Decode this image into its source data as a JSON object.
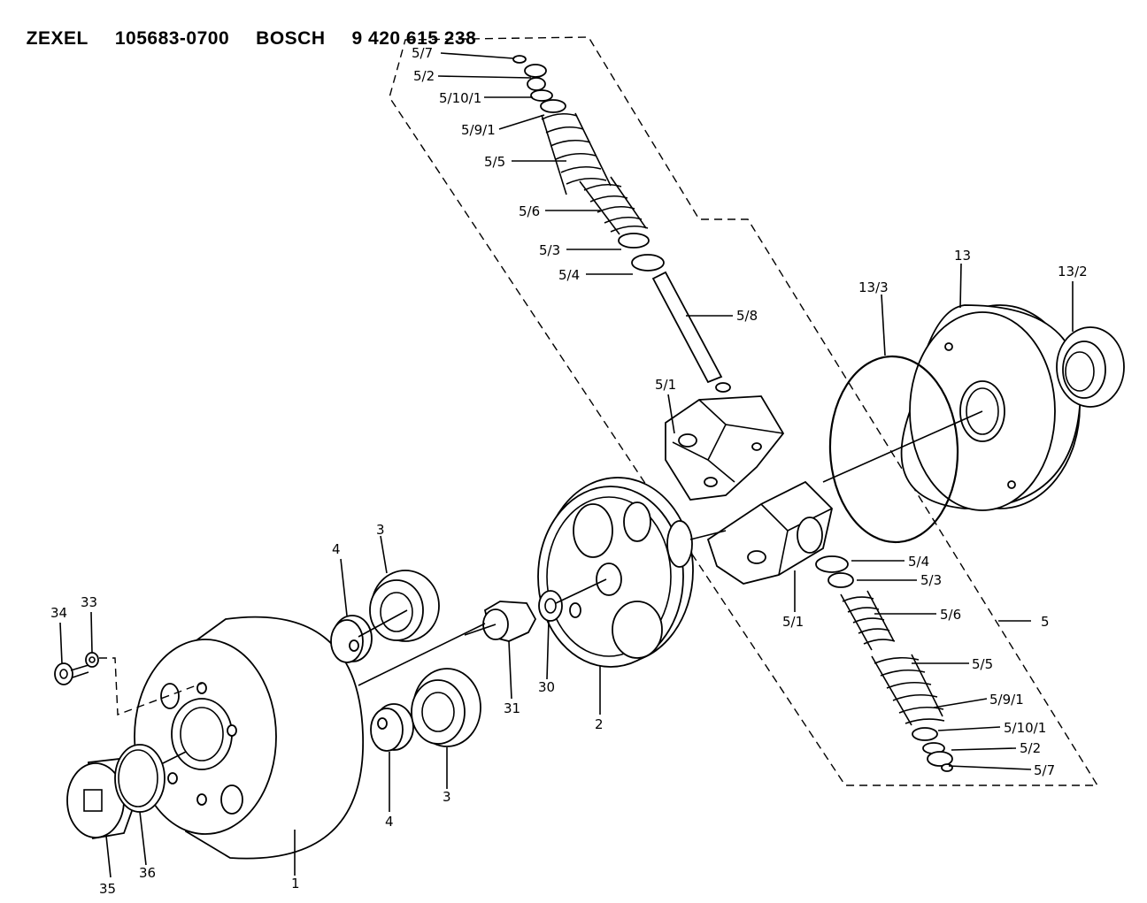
{
  "header": {
    "brand1": "ZEXEL",
    "part1": "105683-0700",
    "brand2": "BOSCH",
    "part2": "9 420 615 238"
  },
  "labels": {
    "l_5_7a": "5/7",
    "l_5_2a": "5/2",
    "l_5_10_1a": "5/10/1",
    "l_5_9_1a": "5/9/1",
    "l_5_5a": "5/5",
    "l_5_6a": "5/6",
    "l_5_3a": "5/3",
    "l_5_4a": "5/4",
    "l_5_8": "5/8",
    "l_5_1a": "5/1",
    "l_13_3": "13/3",
    "l_13": "13",
    "l_13_2": "13/2",
    "l_5_4b": "5/4",
    "l_5_3b": "5/3",
    "l_5_6b": "5/6",
    "l_5_1b": "5/1",
    "l_5": "5",
    "l_5_5b": "5/5",
    "l_5_9_1b": "5/9/1",
    "l_5_10_1b": "5/10/1",
    "l_5_2b": "5/2",
    "l_5_7b": "5/7",
    "l_4a": "4",
    "l_3a": "3",
    "l_34": "34",
    "l_33": "33",
    "l_31": "31",
    "l_30": "30",
    "l_2": "2",
    "l_4b": "4",
    "l_3b": "3",
    "l_35": "35",
    "l_36": "36",
    "l_1": "1"
  }
}
